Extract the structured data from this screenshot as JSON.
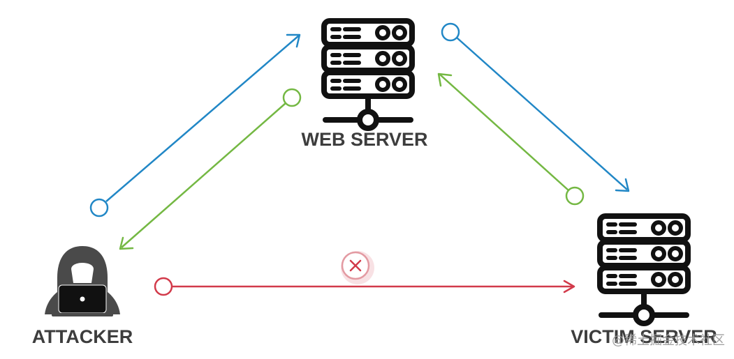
{
  "nodes": {
    "web_server": {
      "label": "WEB SERVER",
      "icon": "server-rack-icon"
    },
    "attacker": {
      "label": "ATTACKER",
      "icon": "hooded-hacker-laptop-icon"
    },
    "victim_server": {
      "label": "VICTIM SERVER",
      "icon": "server-rack-icon"
    }
  },
  "connections": [
    {
      "from": "attacker",
      "to": "web_server",
      "color": "#2187c6"
    },
    {
      "from": "web_server",
      "to": "attacker",
      "color": "#74b843"
    },
    {
      "from": "web_server",
      "to": "victim_server",
      "color": "#2187c6"
    },
    {
      "from": "victim_server",
      "to": "web_server",
      "color": "#74b843"
    },
    {
      "from": "attacker",
      "to": "victim_server",
      "color": "#d23a4a",
      "blocked": true
    }
  ],
  "blocked_icon": "x-circle-icon",
  "watermark": {
    "text": "@稀土掘金技术社区"
  },
  "colors": {
    "icon": "#111111",
    "label": "#3d3d3d",
    "blue": "#2187c6",
    "green": "#74b843",
    "red": "#d23a4a"
  }
}
